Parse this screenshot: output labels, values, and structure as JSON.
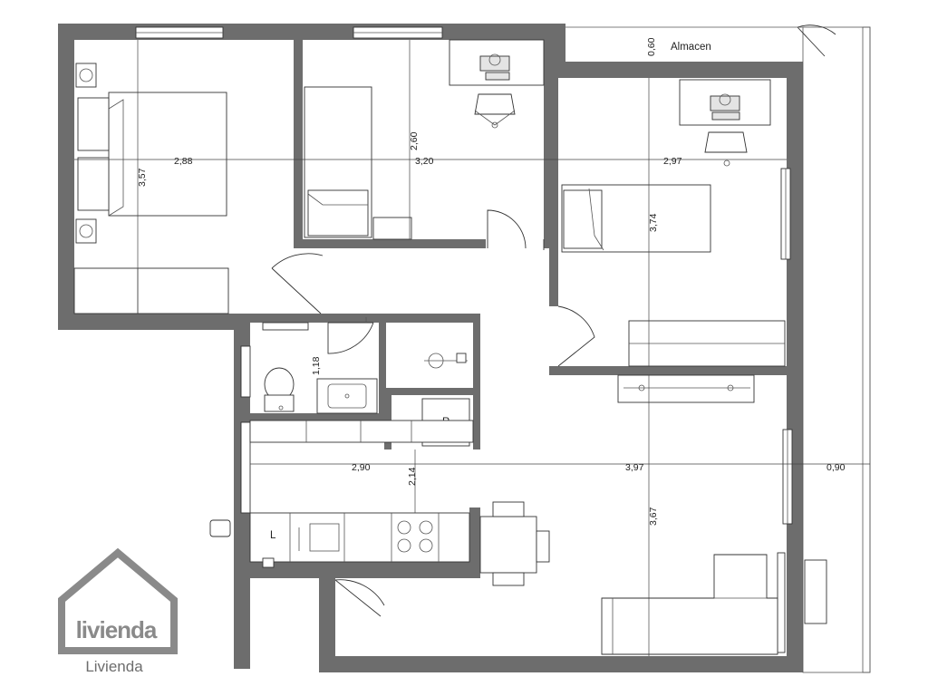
{
  "colors": {
    "wall": "#6d6d6d",
    "logo": "#8a8a8a",
    "line": "#333333"
  },
  "labels": {
    "storage": "Almacen",
    "fridge": "R",
    "washer": "L"
  },
  "dimensions": {
    "master_width": "2,88",
    "master_depth": "3,57",
    "bedroom2_width": "3,20",
    "bedroom2_depth": "2,60",
    "bedroom3_width": "2,97",
    "bedroom3_depth": "3,74",
    "storage_depth": "0,60",
    "bathroom_depth": "1,18",
    "kitchen_width": "2,90",
    "kitchen_depth": "2,14",
    "living_width": "3,97",
    "living_depth": "3,67",
    "terrace_width": "0,90"
  },
  "logo": {
    "brand": "Livienda",
    "mark_text": "livienda"
  }
}
